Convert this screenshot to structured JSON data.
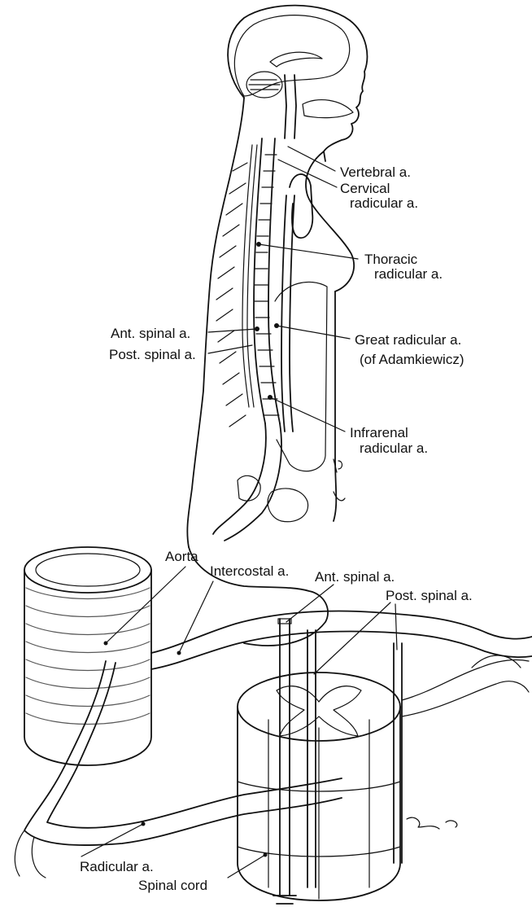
{
  "top_figure": {
    "labels": {
      "vertebral": "Vertebral a.",
      "cervical_line1": "Cervical",
      "cervical_line2": "radicular a.",
      "thoracic_line1": "Thoracic",
      "thoracic_line2": "radicular a.",
      "ant_spinal": "Ant. spinal a.",
      "post_spinal": "Post. spinal a.",
      "great_line1": "Great radicular a.",
      "great_line2": "(of Adamkiewicz)",
      "infrarenal_line1": "Infrarenal",
      "infrarenal_line2": "radicular a."
    }
  },
  "bottom_figure": {
    "labels": {
      "aorta": "Aorta",
      "intercostal": "Intercostal a.",
      "ant_spinal": "Ant. spinal a.",
      "post_spinal": "Post. spinal a.",
      "radicular": "Radicular a.",
      "spinal_cord": "Spinal cord"
    }
  }
}
